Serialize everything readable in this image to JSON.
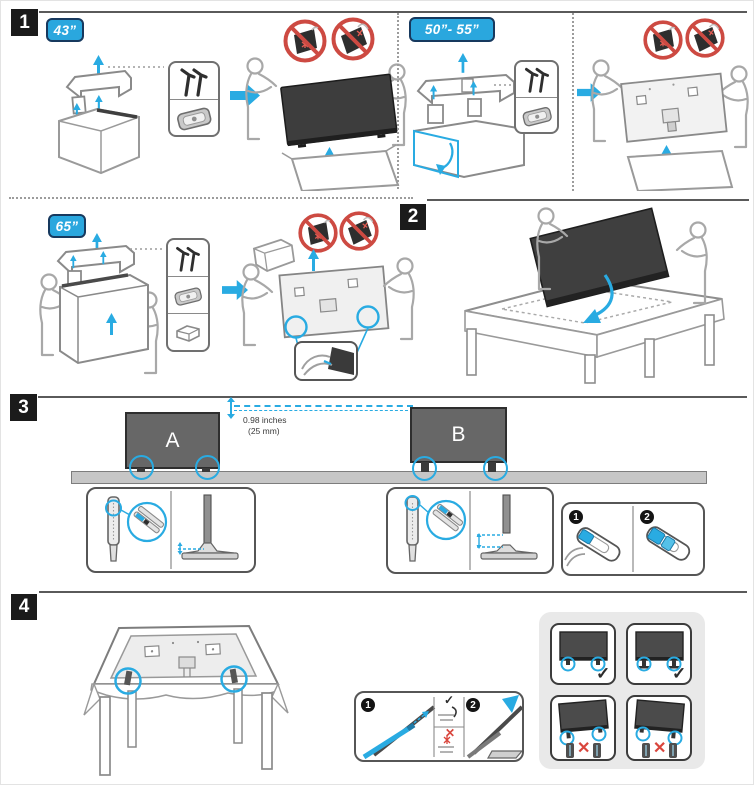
{
  "colors": {
    "accent_cyan": "#29abe2",
    "label_blue": "#2aa7de",
    "label_border_navy": "#17395e",
    "step_square_black": "#1b1b1b",
    "prohibition_red": "#cd4a42",
    "error_red": "#d9453c",
    "tv_dark_gray": "#676767",
    "shelf_gray": "#c6c6c6",
    "lineart_gray": "#8a8a8a"
  },
  "steps": [
    {
      "number": "1"
    },
    {
      "number": "2"
    },
    {
      "number": "3"
    },
    {
      "number": "4"
    }
  ],
  "size_labels": {
    "s43": "43”",
    "s50_55": "50”- 55”",
    "s65": "65”"
  },
  "step3": {
    "tv_a": "A",
    "tv_b": "B",
    "measurement_inches": "0.98 inches",
    "measurement_mm": "(25 mm)",
    "badges": [
      {
        "number": "1"
      },
      {
        "number": "2"
      }
    ]
  },
  "step4": {
    "badges": [
      {
        "number": "1"
      },
      {
        "number": "2"
      }
    ],
    "correct_mark": "✓",
    "wrong_mark": "✕"
  }
}
